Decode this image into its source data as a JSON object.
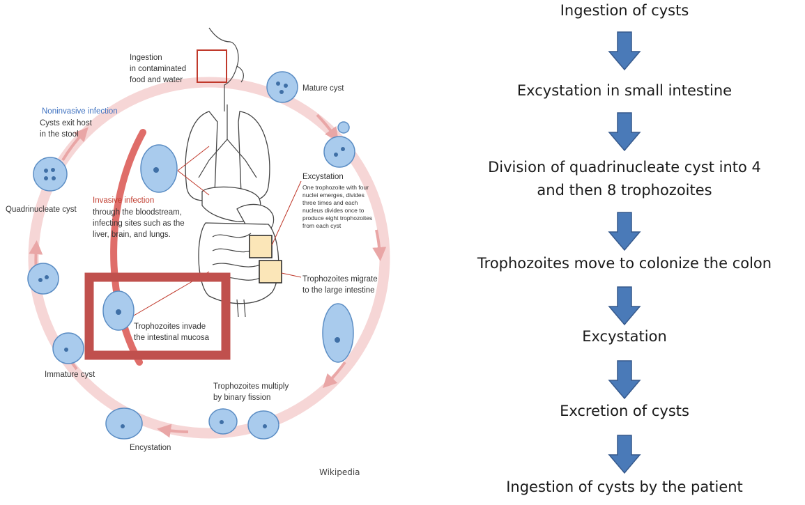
{
  "labels": {
    "ingestion": [
      "Ingestion",
      "in contaminated",
      "food and water"
    ],
    "mature_cyst": "Mature cyst",
    "noninvasive_title": "Noninvasive infection",
    "noninvasive_body": [
      "Cysts exit host",
      "in the stool"
    ],
    "quadrinucleate": "Quadrinucleate cyst",
    "invasive_title": "Invasive infection",
    "invasive_body": [
      "through the bloodstream,",
      "infecting sites such as the",
      "liver, brain, and lungs."
    ],
    "excystation_title": "Excystation",
    "excystation_body": [
      "One trophozoite with four",
      "nuclei emerges, divides",
      "three times and each",
      "nucleus divides once to",
      "produce eight trophozoites",
      "from each cyst"
    ],
    "migrate": [
      "Trophozoites  migrate",
      "to the large intestine"
    ],
    "invade": [
      "Trophozoites invade",
      "the intestinal mucosa"
    ],
    "immature_cyst": "Immature cyst",
    "multiply": [
      "Trophozoites multiply",
      "by binary fission"
    ],
    "encystation": "Encystation",
    "credit": "Wikipedia"
  },
  "flow_steps": [
    [
      "Ingestion of cysts"
    ],
    [
      "Excystation in small intestine"
    ],
    [
      "Division of quadrinucleate cyst into 4",
      "and then 8 trophozoites"
    ],
    [
      "Trophozoites move to colonize the colon"
    ],
    [
      "Excystation"
    ],
    [
      "Excretion of cysts"
    ],
    [
      "Ingestion of cysts by the patient"
    ]
  ],
  "colors": {
    "arrow_fill": "#4a7ab8",
    "arrow_stroke": "#36598c",
    "cycle_ring": "#f3caca",
    "highlight_box": "#c0504d",
    "invasive_red": "#c0392b",
    "noninvasive_blue": "#3f72c0",
    "cyst_fill": "#a9cbed",
    "cyst_nucleus": "#3f6fa6"
  }
}
